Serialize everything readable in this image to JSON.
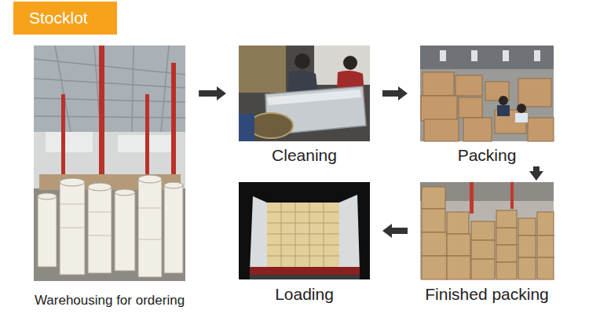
{
  "diagram": {
    "title": "Stocklot",
    "nodes": [
      {
        "text": [
          "Warehousing for ordering"
        ]
      },
      {
        "text": [
          "Cleaning"
        ]
      },
      {
        "text": [
          "Packing"
        ]
      },
      {
        "text": [
          "Loading"
        ]
      },
      {
        "text": [
          "Finished packing"
        ]
      }
    ],
    "edges": [
      {
        "from": 0,
        "to": 1,
        "arrow": "to"
      },
      {
        "from": 1,
        "to": 2,
        "arrow": "to"
      },
      {
        "from": 2,
        "to": 4,
        "arrow": "to"
      },
      {
        "from": 4,
        "to": 3,
        "arrow": "to"
      }
    ]
  }
}
